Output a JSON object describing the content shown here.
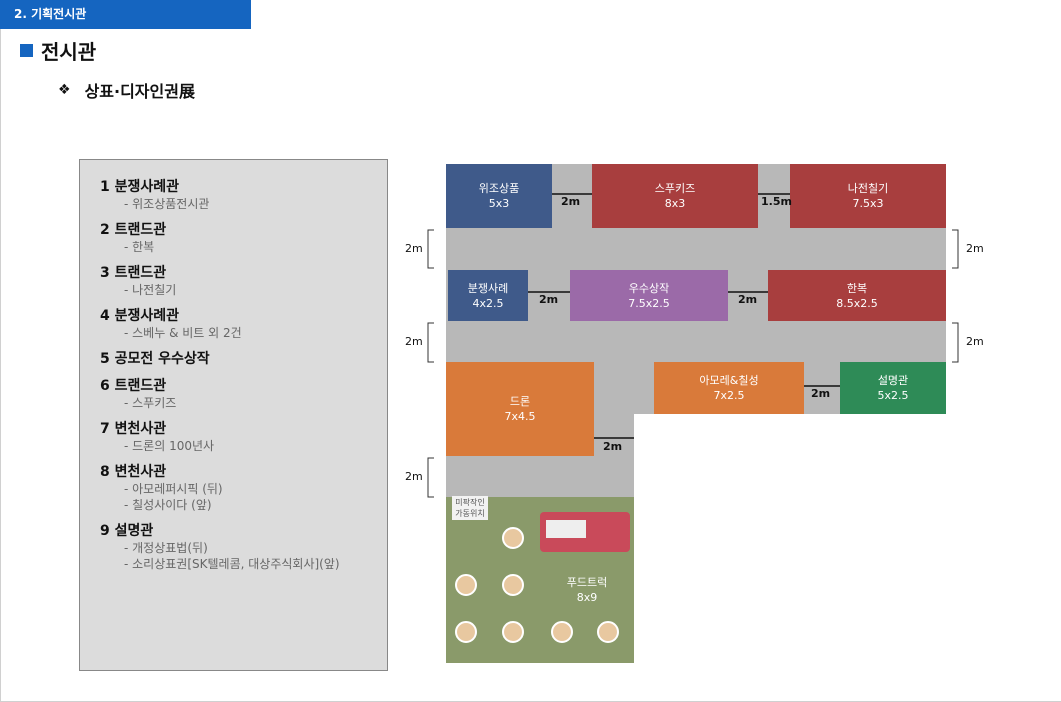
{
  "header": {
    "section_tab": "2. 기획전시관",
    "title": "전시관",
    "subtitle": "상표·디자인권展"
  },
  "list": [
    {
      "head": "1 분쟁사례관",
      "subs": [
        "- 위조상품전시관"
      ]
    },
    {
      "head": "2 트랜드관",
      "subs": [
        "- 한복"
      ]
    },
    {
      "head": "3 트랜드관",
      "subs": [
        "- 나전칠기"
      ]
    },
    {
      "head": "4  분쟁사례관",
      "subs": [
        "- 스베누 & 비트 외 2건"
      ]
    },
    {
      "head": "5 공모전 우수상작",
      "subs": []
    },
    {
      "head": "6 트랜드관",
      "subs": [
        "- 스푸키즈"
      ]
    },
    {
      "head": "7 변천사관",
      "subs": [
        "- 드론의 100년사"
      ]
    },
    {
      "head": "8 변천사관",
      "subs": [
        "- 아모레퍼시픽 (뒤)",
        "- 칠성사이다 (앞)"
      ]
    },
    {
      "head": "9 설명관",
      "subs": [
        "- 개정상표법(뒤)",
        "- 소리상표권[SK텔레콤, 대상주식회사](앞)"
      ]
    }
  ],
  "booths": {
    "fake": {
      "name": "위조상품",
      "size": "5x3",
      "color": "#3f5a8a"
    },
    "spookiz": {
      "name": "스푸키즈",
      "size": "8x3",
      "color": "#a83e3e"
    },
    "najeon": {
      "name": "나전칠기",
      "size": "7.5x3",
      "color": "#a83e3e"
    },
    "dispute": {
      "name": "분쟁사례",
      "size": "4x2.5",
      "color": "#3f5a8a"
    },
    "award": {
      "name": "우수상작",
      "size": "7.5x2.5",
      "color": "#9b6aa8"
    },
    "hanbok": {
      "name": "한복",
      "size": "8.5x2.5",
      "color": "#a83e3e"
    },
    "drone": {
      "name": "드론",
      "size": "7x4.5",
      "color": "#d97a3a"
    },
    "amore": {
      "name": "아모레&칠성",
      "size": "7x2.5",
      "color": "#d97a3a"
    },
    "info": {
      "name": "설명관",
      "size": "5x2.5",
      "color": "#2e8b57"
    },
    "food": {
      "name": "푸드트럭",
      "size": "8x9",
      "color": "#8a9a6a"
    }
  },
  "gaps": {
    "g1": "2m",
    "g2": "1.5m",
    "g3": "2m",
    "g4": "2m",
    "g5": "2m",
    "g6": "2m"
  },
  "dims": {
    "l1": "2m",
    "l2": "2m",
    "l3": "2m",
    "r1": "2m",
    "r2": "2m"
  },
  "note": "미팍작인 가동위치"
}
